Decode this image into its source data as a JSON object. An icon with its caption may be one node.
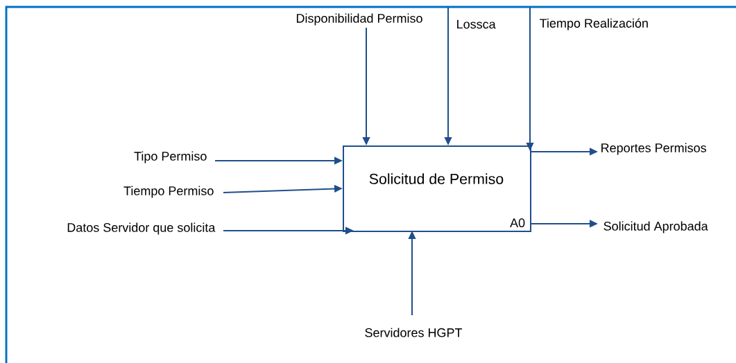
{
  "diagram": {
    "nodes": [
      {
        "text": [
          "Solicitud de Permiso",
          "A0"
        ]
      },
      {
        "text": [
          "Disponibilidad Permiso"
        ]
      },
      {
        "text": [
          "Lossca"
        ]
      },
      {
        "text": [
          "Tiempo Realización"
        ]
      },
      {
        "text": [
          "Tipo Permiso"
        ]
      },
      {
        "text": [
          "Tiempo Permiso"
        ]
      },
      {
        "text": [
          "Datos Servidor que solicita"
        ]
      },
      {
        "text": [
          "Reportes Permisos"
        ]
      },
      {
        "text": [
          "Solicitud Aprobada"
        ]
      },
      {
        "text": [
          "Servidores HGPT"
        ]
      }
    ],
    "edges": [
      {
        "from": 1,
        "to": 0,
        "arrow": "to"
      },
      {
        "from": 2,
        "to": 0,
        "arrow": "to"
      },
      {
        "from": 3,
        "to": 0,
        "arrow": "to"
      },
      {
        "from": 4,
        "to": 0,
        "arrow": "to"
      },
      {
        "from": 5,
        "to": 0,
        "arrow": "to"
      },
      {
        "from": 6,
        "to": 0,
        "arrow": "to"
      },
      {
        "from": 0,
        "to": 7,
        "arrow": "to"
      },
      {
        "from": 0,
        "to": 8,
        "arrow": "to"
      },
      {
        "from": 9,
        "to": 0,
        "arrow": "to"
      }
    ]
  }
}
